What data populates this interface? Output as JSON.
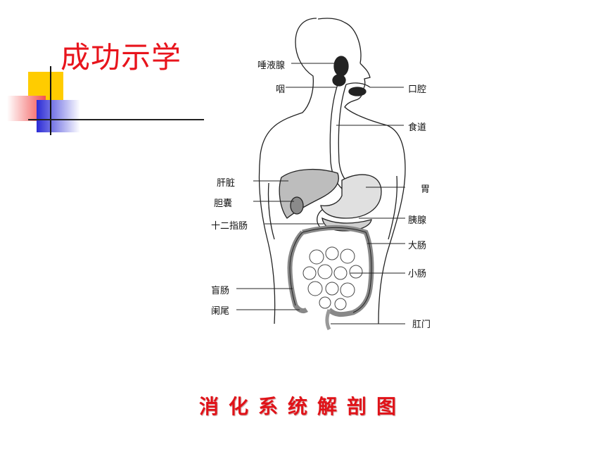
{
  "header": {
    "title": "成功示学"
  },
  "labels": {
    "salivary_gland": "唾液腺",
    "pharynx": "咽",
    "oral_cavity": "口腔",
    "esophagus": "食道",
    "liver": "肝脏",
    "stomach": "胃",
    "gallbladder": "胆囊",
    "pancreas": "胰腺",
    "duodenum": "十二指肠",
    "large_intestine": "大肠",
    "small_intestine": "小肠",
    "cecum": "盲肠",
    "appendix": "阑尾",
    "anus": "肛门"
  },
  "caption": "消化系统解剖图",
  "colors": {
    "title_red": "#e8141c",
    "deco_yellow": "#ffcc00",
    "deco_blue": "#2b2bd6"
  }
}
